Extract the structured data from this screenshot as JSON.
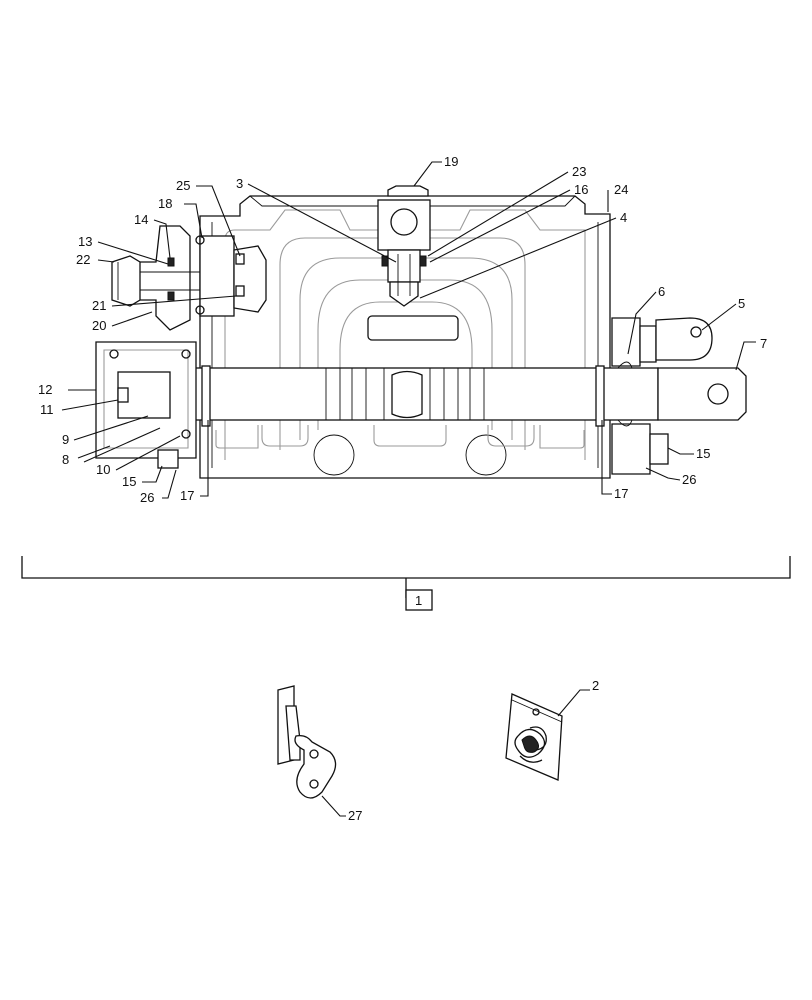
{
  "callouts": {
    "c1": "1",
    "c2": "2",
    "c3": "3",
    "c4": "4",
    "c5": "5",
    "c6": "6",
    "c7": "7",
    "c8": "8",
    "c9": "9",
    "c10": "10",
    "c11": "11",
    "c12": "12",
    "c13": "13",
    "c14": "14",
    "c15": "15",
    "c16": "16",
    "c17": "17",
    "c18": "18",
    "c19": "19",
    "c20": "20",
    "c21": "21",
    "c22": "22",
    "c23": "23",
    "c24": "24",
    "c25": "25",
    "c26": "26",
    "c27": "27"
  },
  "colors": {
    "line": "#111111",
    "hidden_line": "#9a9a9a",
    "background": "#ffffff"
  }
}
